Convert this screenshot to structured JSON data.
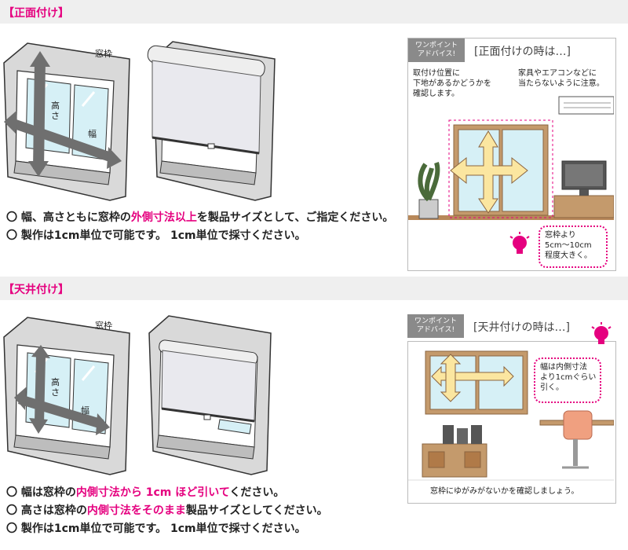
{
  "section1": {
    "title": "【正面付け】",
    "label_frame": "窓枠",
    "label_height": "高さ",
    "label_width": "幅",
    "bullet1_a": "〇 幅、高さともに窓枠の",
    "bullet1_b": "外側寸法以上",
    "bullet1_c": "を製品サイズとして、ご指定ください。",
    "bullet2": "〇 製作は1cm単位で可能です。 1cm単位で採寸ください。",
    "advice": {
      "badge_line1": "ワンポイント",
      "badge_line2": "アドバイス!",
      "title": "[正面付けの時は…]",
      "note_left_1": "取付け位置に",
      "note_left_2": "下地があるかどうかを",
      "note_left_3": "確認します。",
      "note_right_1": "家具やエアコンなどに",
      "note_right_2": "当たらないように注意。",
      "callout_1": "窓枠より",
      "callout_2": "5cm〜10cm",
      "callout_3": "程度大きく。"
    }
  },
  "section2": {
    "title": "【天井付け】",
    "label_frame": "窓枠",
    "label_height": "高さ",
    "label_width": "幅",
    "bullet1_a": "〇 幅は窓枠の",
    "bullet1_b": "内側寸法から 1cm ほど引いて",
    "bullet1_c": "ください。",
    "bullet2_a": "〇 高さは窓枠の",
    "bullet2_b": "内側寸法をそのまま",
    "bullet2_c": "製品サイズとしてください。",
    "bullet3": "〇 製作は1cm単位で可能です。 1cm単位で採寸ください。",
    "advice": {
      "badge_line1": "ワンポイント",
      "badge_line2": "アドバイス!",
      "title": "[天井付けの時は…]",
      "callout_1": "幅は内側寸法",
      "callout_2": "より1cmぐらい",
      "callout_3": "引く。",
      "footer": "窓枠にゆがみがないかを確認しましょう。"
    }
  },
  "colors": {
    "accent": "#e5007f",
    "window_glass": "#d6f0f6",
    "frame_gray": "#d9d9d9",
    "arrow_gray": "#6f6f6f",
    "arrow_yellow": "#fbe6a0",
    "wood": "#b8885a"
  }
}
